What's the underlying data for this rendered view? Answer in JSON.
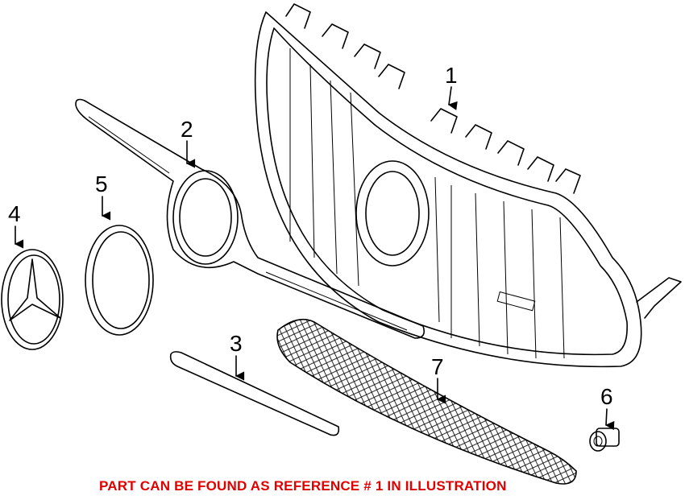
{
  "diagram": {
    "parts": [
      {
        "ref": "1",
        "part": "grille"
      },
      {
        "ref": "2",
        "part": "emblem-bracket-trim"
      },
      {
        "ref": "3",
        "part": "lower-trim-strip"
      },
      {
        "ref": "4",
        "part": "star-emblem"
      },
      {
        "ref": "5",
        "part": "emblem-ring"
      },
      {
        "ref": "6",
        "part": "sensor"
      },
      {
        "ref": "7",
        "part": "lower-mesh-grille"
      }
    ],
    "notice": "PART CAN BE FOUND AS REFERENCE # 1 IN ILLUSTRATION",
    "notice_color": "#e00000"
  }
}
